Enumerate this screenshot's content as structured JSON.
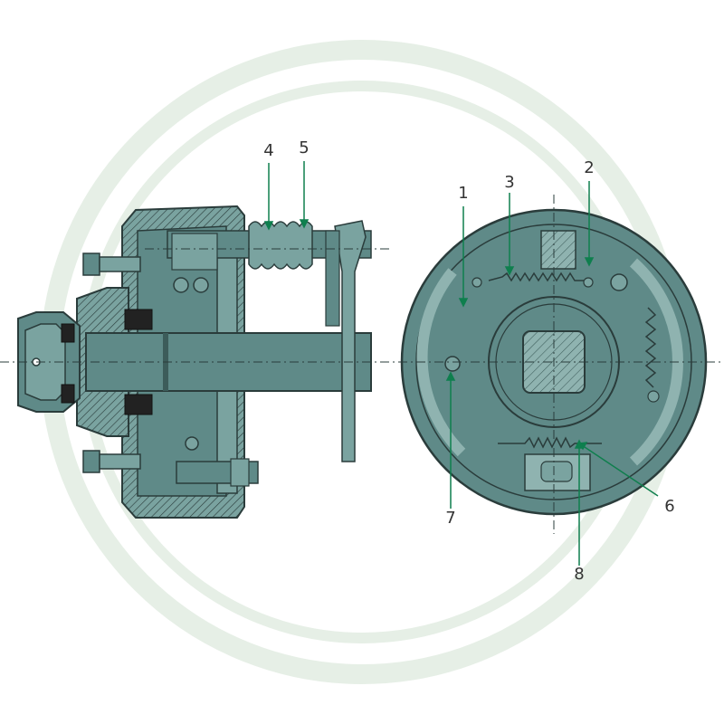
{
  "colors": {
    "body": "#5f8a88",
    "body_light": "#7aa3a0",
    "body_dark": "#3c5c5a",
    "outline": "#2a3c3b",
    "hatch": "#3c5c5a",
    "leader": "#0f7f4e",
    "watermark": "#e6efe6",
    "label": "#333333"
  },
  "callouts": {
    "c1": "1",
    "c2": "2",
    "c3": "3",
    "c4": "4",
    "c5": "5",
    "c6": "6",
    "c7": "7",
    "c8": "8"
  }
}
